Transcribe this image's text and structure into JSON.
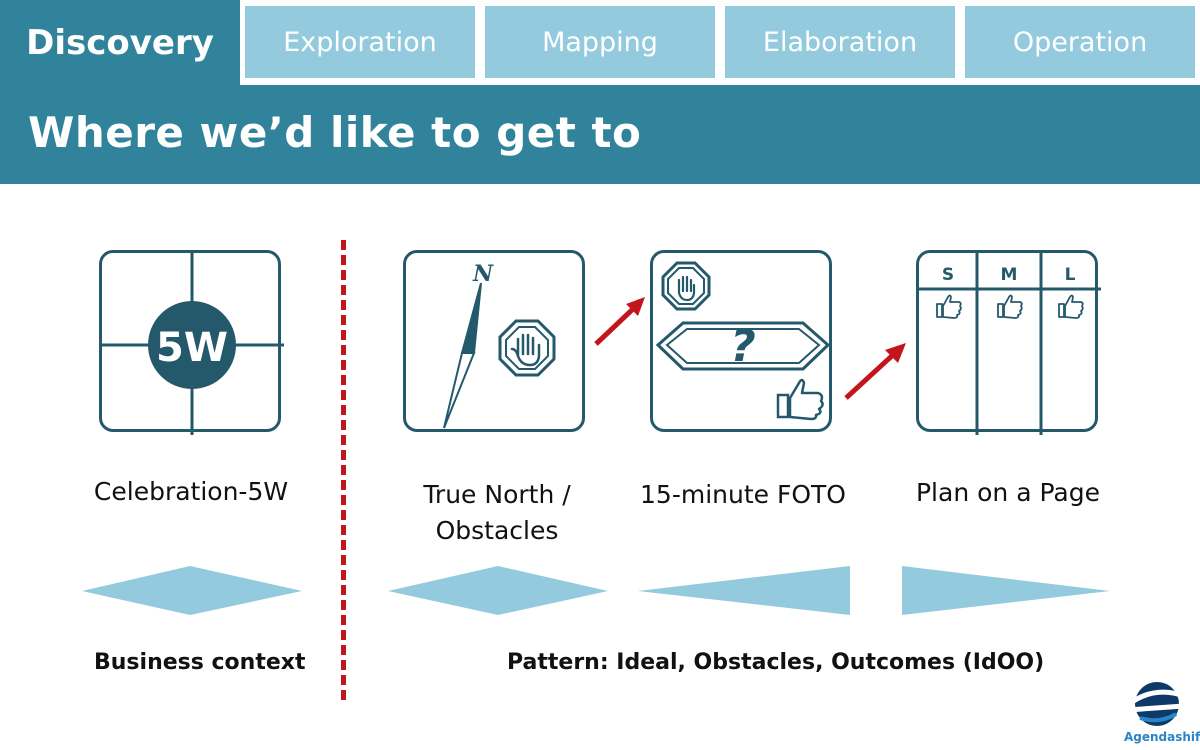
{
  "tabs": [
    {
      "label": "Discovery",
      "active": true
    },
    {
      "label": "Exploration",
      "active": false
    },
    {
      "label": "Mapping",
      "active": false
    },
    {
      "label": "Elaboration",
      "active": false
    },
    {
      "label": "Operation",
      "active": false
    }
  ],
  "header": {
    "title": "Where we’d  like to get to"
  },
  "cards": [
    {
      "caption_lines": [
        "Celebration-5W"
      ],
      "icon": "five-w-grid-icon",
      "badge": "5W"
    },
    {
      "caption_lines": [
        "True North /",
        "Obstacles"
      ],
      "icon": "compass-icon",
      "compass_letter": "N"
    },
    {
      "caption_lines": [
        "15-minute FOTO"
      ],
      "icon": "foto-icon",
      "question": "?"
    },
    {
      "caption_lines": [
        "Plan on a Page"
      ],
      "icon": "plan-grid-icon",
      "columns": [
        "S",
        "M",
        "L"
      ]
    }
  ],
  "footer": {
    "left": "Business context",
    "right": "Pattern: Ideal, Obstacles, Outcomes (IdOO)"
  },
  "logo": {
    "text": "Agendashift"
  },
  "colors": {
    "tab_active": "#31839c",
    "tab_inactive": "#94cade",
    "icon_stroke": "#24596b",
    "divider": "#c3161c",
    "chevron": "#94cade"
  }
}
